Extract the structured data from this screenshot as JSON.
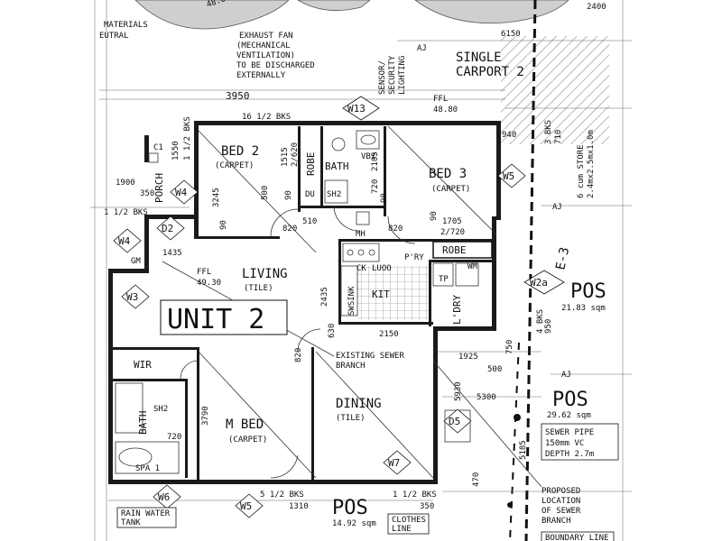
{
  "colors": {
    "ink": "#111111",
    "wall": "#1a1a1a",
    "hatch": "#9a9a9a"
  },
  "notes": {
    "materials": "MATERIALS",
    "neutral": "EUTRAL",
    "exhaust": [
      "EXHAUST FAN",
      "(MECHANICAL",
      "VENTILATION)",
      "TO BE DISCHARGED",
      "EXTERNALLY"
    ],
    "sensor": [
      "SENSOR/",
      "SECURITY",
      "LIGHTING"
    ],
    "carport": [
      "SINGLE",
      "CARPORT 2"
    ],
    "store": [
      "6 cum STORE",
      "2.4mx2.5mx1.0m"
    ],
    "sewer_branch": [
      "EXISTING SEWER",
      "BRANCH"
    ],
    "sewer_pipe": [
      "SEWER PIPE",
      "150mm VC",
      "DEPTH 2.7m"
    ],
    "proposed": [
      "PROPOSED",
      "LOCATION",
      "OF SEWER",
      "BRANCH"
    ],
    "rain_tank": [
      "RAIN WATER",
      "TANK"
    ],
    "clothes": [
      "CLOTHES",
      "LINE"
    ],
    "boundary": "BOUNDARY LINE",
    "unit": "UNIT 2",
    "gm": "GM",
    "mh": "MH",
    "aj": "AJ"
  },
  "rooms": {
    "bed2": {
      "name": "BED 2",
      "finish": "(CARPET)"
    },
    "bed3": {
      "name": "BED 3",
      "finish": "(CARPET)"
    },
    "living": {
      "name": "LIVING",
      "finish": "(TILE)"
    },
    "mbed": {
      "name": "M BED",
      "finish": "(CARPET)"
    },
    "dining": {
      "name": "DINING",
      "finish": "(TILE)"
    },
    "bath": "BATH",
    "bath2": "BATH",
    "robe1": "ROBE",
    "robe2": "ROBE",
    "kit": "KIT",
    "ldry": "L'DRY",
    "wir": "WIR",
    "porch": "PORCH",
    "pry": "P'RY",
    "du": "DU",
    "sh2": "SH2",
    "sh2b": "SH2",
    "vb2": "VB2",
    "tp": "TP",
    "wm": "WM",
    "ck": "CK",
    "luoo": "LUOO",
    "swsink": "SWSINK",
    "spa": "SPA 1",
    "c1": "C1"
  },
  "windows": [
    "W13",
    "W5",
    "W4",
    "D2",
    "W4",
    "W3",
    "W2a",
    "D5",
    "W7",
    "W6",
    "W5"
  ],
  "pos": [
    {
      "label": "POS",
      "area": "21.83 sqm"
    },
    {
      "label": "POS",
      "area": "29.62 sqm"
    },
    {
      "label": "POS",
      "area": "14.92 sqm"
    }
  ],
  "ffl": [
    {
      "label": "FFL",
      "value": "48.80"
    },
    {
      "label": "FFL",
      "value": "49.30"
    }
  ],
  "dims": {
    "d2400": "2400",
    "d6150": "6150",
    "d3950": "3950",
    "bks16": "16 1/2 BKS",
    "d940": "940",
    "bks3": "3 BKS",
    "d710": "710",
    "d1550": "1550",
    "bks1a": "1 1/2 BKS",
    "d1900": "1900",
    "d350": "350",
    "bks1b": "1 1/2 BKS",
    "d1435": "1435",
    "d3245": "3245",
    "d1515": "1515",
    "d2620": "2/620",
    "d500": "500",
    "d90a": "90",
    "d90b": "90",
    "d90c": "90",
    "d90d": "90",
    "d720": "720",
    "d2105": "2105",
    "d820a": "820",
    "d510": "510",
    "d820b": "820",
    "d1705": "1705",
    "d2720": "2/720",
    "d2435": "2435",
    "d630": "630",
    "d2150": "2150",
    "d820c": "820",
    "d1925": "1925",
    "d750": "750",
    "d500b": "500",
    "d4bks": "4 BKS",
    "d950": "950",
    "d5930": "5930",
    "d5300": "5300",
    "d3790": "3790",
    "d720b": "720",
    "d5185": "5185",
    "bks5": "5 1/2 BKS",
    "d1310": "1310",
    "bks1c": "1 1/2 BKS",
    "d350b": "350",
    "d470": "470",
    "d4880": "48.80",
    "e3": "E-3"
  }
}
